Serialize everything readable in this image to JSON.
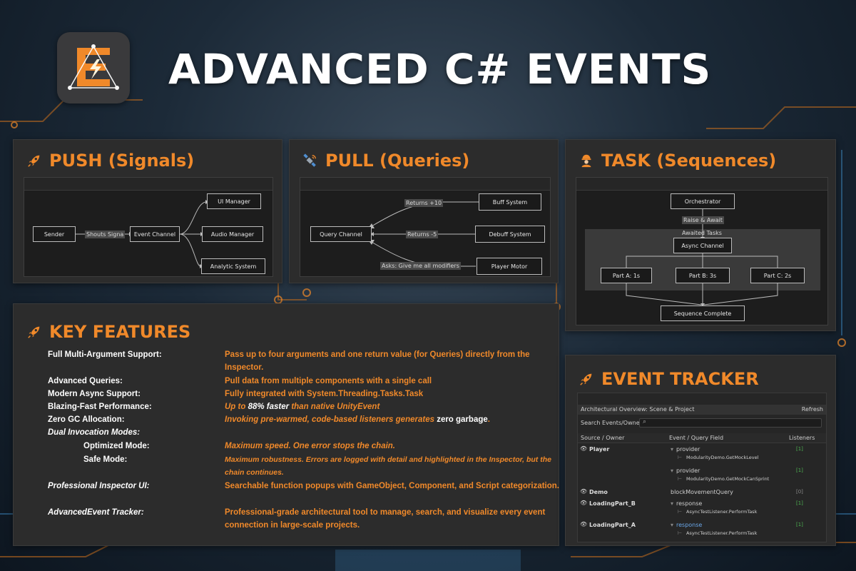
{
  "header": {
    "title": "ADVANCED C# EVENTS"
  },
  "colors": {
    "accent": "#f0892a",
    "panel": "#2c2c2c",
    "text": "#ffffff"
  },
  "push": {
    "title": "PUSH (Signals)",
    "icon": "rocket-icon",
    "nodes": {
      "sender": "Sender",
      "event_channel": "Event Channel",
      "ui_manager": "UI Manager",
      "audio_manager": "Audio Manager",
      "analytic_system": "Analytic System"
    },
    "edge_label": "Shouts Signa"
  },
  "pull": {
    "title": "PULL (Queries)",
    "icon": "satellite-icon",
    "nodes": {
      "query_channel": "Query Channel",
      "buff_system": "Buff System",
      "debuff_system": "Debuff System",
      "player_motor": "Player Motor"
    },
    "edge_labels": {
      "returns_plus": "Returns +10",
      "returns_minus": "Returns -5",
      "asks": "Asks: Give me all modifiers"
    }
  },
  "task": {
    "title": "TASK (Sequences)",
    "icon": "worker-icon",
    "nodes": {
      "orchestrator": "Orchestrator",
      "async_channel": "Async Channel",
      "part_a": "Part A: 1s",
      "part_b": "Part B: 3s",
      "part_c": "Part C: 2s",
      "sequence_complete": "Sequence Complete"
    },
    "edge_label": "Raise & Await",
    "group_label": "Awaited Tasks"
  },
  "features": {
    "title": "KEY FEATURES",
    "icon": "rocket-icon",
    "items": [
      {
        "label": "Full Multi-Argument Support:",
        "desc": "Pass up to four arguments and one return value (for Queries) directly from the Inspector."
      },
      {
        "label": "Advanced Queries:",
        "desc": "Pull data from multiple components with a single call"
      },
      {
        "label": "Modern Async Support:",
        "desc": "Fully integrated with System.Threading.Tasks.Task"
      },
      {
        "label": "Blazing-Fast Performance:",
        "desc_a": "Up to ",
        "desc_b": "88% faster",
        "desc_c": " than native UnityEvent"
      },
      {
        "label": "Zero GC Allocation:",
        "desc_a": "Invoking pre-warmed, code-based listeners generates ",
        "desc_b": "zero garbage",
        "desc_c": "."
      },
      {
        "label": "Dual Invocation Modes:"
      },
      {
        "label": "Optimized Mode:",
        "desc": "Maximum speed. One error stops the chain."
      },
      {
        "label": "Safe Mode:",
        "desc": "Maximum robustness. Errors are logged with detail and highlighted in the Inspector, but the chain continues."
      },
      {
        "label": "Professional Inspector UI:",
        "desc": "Searchable function popups with GameObject, Component, and Script categorization."
      },
      {
        "label": "AdvancedEvent Tracker:",
        "desc": "Professional-grade architectural tool to manage, search, and visualize every event connection in large-scale projects."
      }
    ]
  },
  "tracker": {
    "title": "EVENT TRACKER",
    "icon": "rocket-icon",
    "header_label": "Architectural Overview: Scene & Project",
    "refresh": "Refresh",
    "search_placeholder": "Search Events/Owners",
    "columns": [
      "Source / Owner",
      "Event / Query Field",
      "Listeners"
    ],
    "rows": [
      {
        "owner": "Player",
        "field": "provider",
        "listener": "ModularityDemo.GetMockLevel",
        "count": "[1]"
      },
      {
        "owner": "",
        "field": "provider",
        "listener": "ModularityDemo.GetMockCanSprint",
        "count": "[1]"
      },
      {
        "owner": "Demo",
        "field": "blockMovementQuery",
        "listener": "",
        "count": "[0]"
      },
      {
        "owner": "LoadingPart_B",
        "field": "response",
        "listener": "AsyncTestListener.PerformTask",
        "count": "[1]"
      },
      {
        "owner": "LoadingPart_A",
        "field": "response",
        "listener": "AsyncTestListener.PerformTask",
        "count": "[1]"
      }
    ]
  }
}
